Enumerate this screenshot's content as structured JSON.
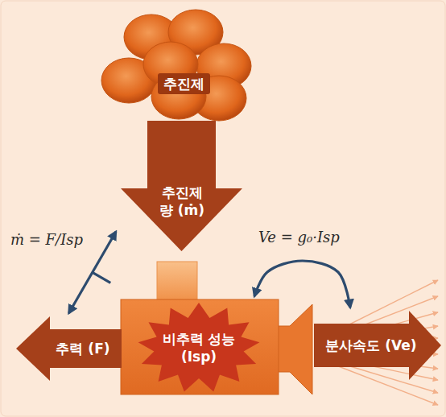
{
  "diagram": {
    "nodes": [
      {
        "text": [
          "추진제"
        ]
      },
      {
        "text": [
          "추진제량 (ṁ)"
        ]
      },
      {
        "text": [
          "비추력 성능 (Isp)"
        ]
      },
      {
        "text": [
          "추력 (F)"
        ]
      },
      {
        "text": [
          "분사속도 (Ve)"
        ]
      }
    ],
    "edges": [
      {
        "from": 1,
        "to": 3,
        "arrow": "both",
        "label": "ṁ = F/Isp"
      },
      {
        "from": 2,
        "to": 4,
        "arrow": "both",
        "label": "Ve = g₀·Isp"
      }
    ]
  }
}
